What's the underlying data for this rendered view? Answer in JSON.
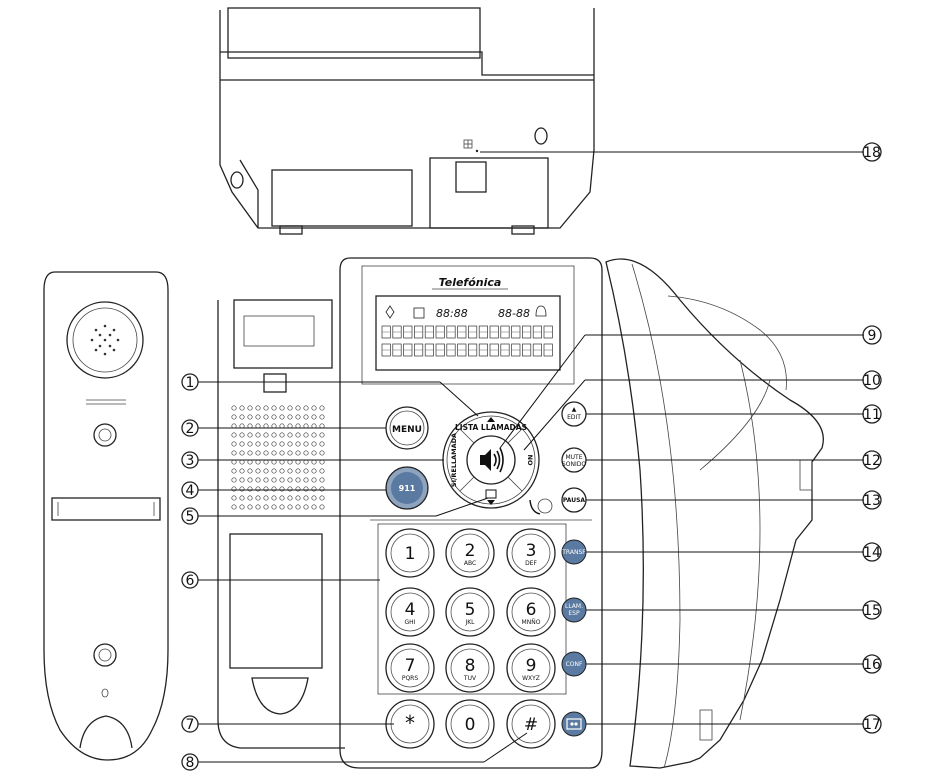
{
  "callouts": [
    "1",
    "2",
    "3",
    "4",
    "5",
    "6",
    "7",
    "8",
    "9",
    "10",
    "11",
    "12",
    "13",
    "14",
    "15",
    "16",
    "17",
    "18"
  ],
  "brand": "Telefónica",
  "lcd": {
    "date": "88-88",
    "time": "88:88"
  },
  "nav": {
    "top": "LISTA LLAMADAS",
    "left": "SI/RELLAMADA",
    "right": "NO"
  },
  "buttons": {
    "menu": "MENU",
    "emergency": "911",
    "edit": "EDIT",
    "mute": "MUTE",
    "mute_sub": "SONIDO",
    "pausa": "PAUSA",
    "transf": "TRANSF",
    "llam": "LLAM.",
    "esp": "ESP",
    "conf": "CONF"
  },
  "keypad": [
    {
      "digit": "1",
      "letters": ""
    },
    {
      "digit": "2",
      "letters": "ABC"
    },
    {
      "digit": "3",
      "letters": "DEF"
    },
    {
      "digit": "4",
      "letters": "GHI"
    },
    {
      "digit": "5",
      "letters": "JKL"
    },
    {
      "digit": "6",
      "letters": "MNÑO"
    },
    {
      "digit": "7",
      "letters": "PQRS"
    },
    {
      "digit": "8",
      "letters": "TUV"
    },
    {
      "digit": "9",
      "letters": "WXYZ"
    },
    {
      "digit": "*",
      "letters": ""
    },
    {
      "digit": "0",
      "letters": ""
    },
    {
      "digit": "#",
      "letters": ""
    }
  ],
  "colors": {
    "accent_button": "#5b7aa1",
    "line": "#222222"
  }
}
